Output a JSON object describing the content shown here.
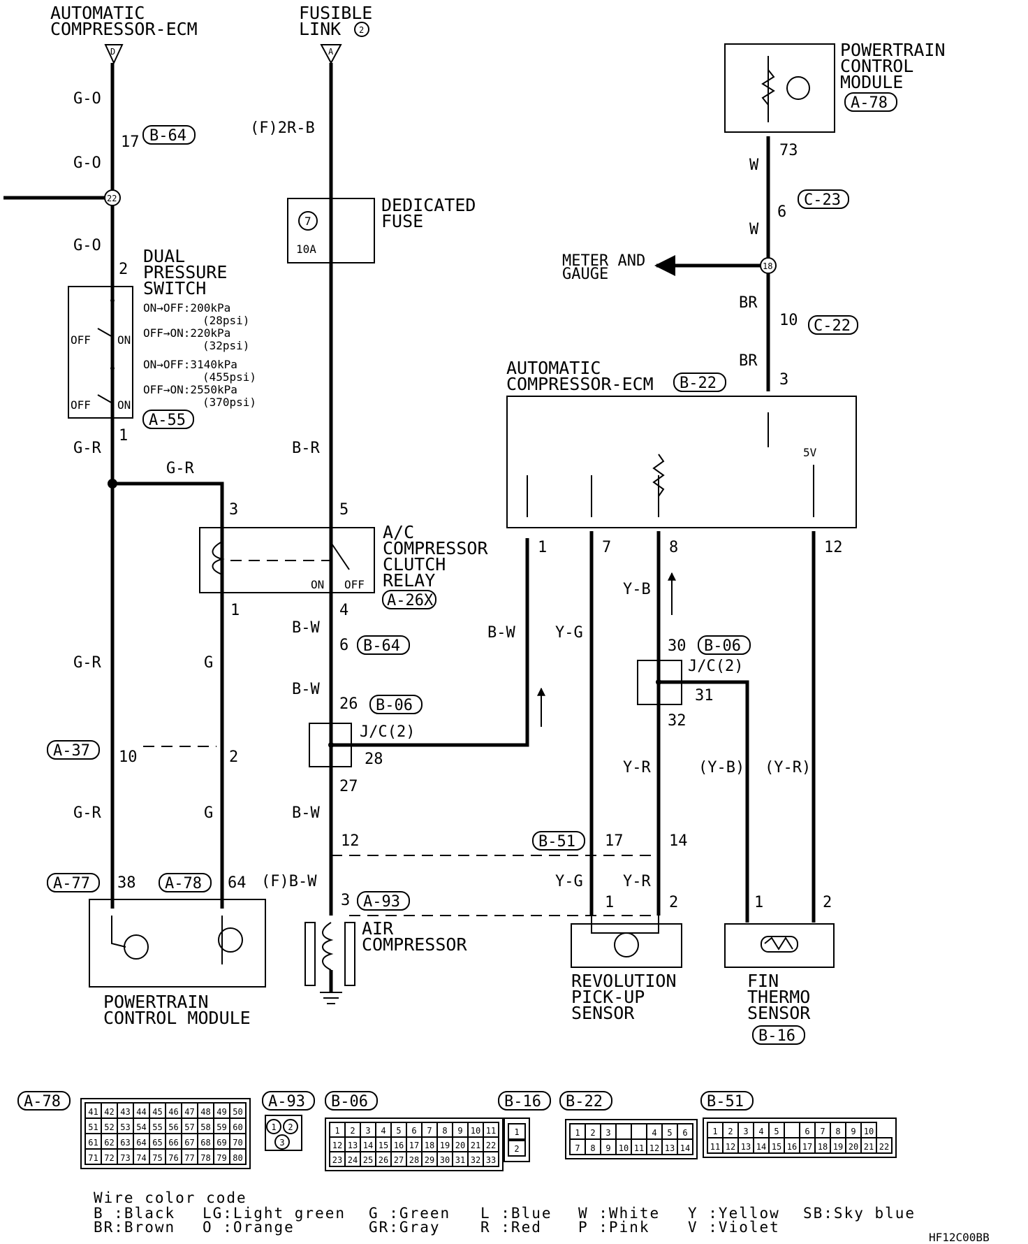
{
  "sources": {
    "compressor_ecm_top": {
      "line1": "AUTOMATIC",
      "line2": "COMPRESSOR-ECM",
      "terminal": "D"
    },
    "fusible_link": {
      "line1": "FUSIBLE",
      "line2": "LINK",
      "num": "2",
      "terminal": "A"
    }
  },
  "wires": {
    "g_o_1": "G-O",
    "g_o_2": "G-O",
    "g_o_3": "G-O",
    "g_r_1": "G-R",
    "g_r_2": "G-R",
    "g_r_3": "G-R",
    "g_r_4": "G-R",
    "g_1": "G",
    "g_2": "G",
    "f_2r_b": "(F)2R-B",
    "b_r": "B-R",
    "b_w_1": "B-W",
    "b_w_2": "B-W",
    "b_w_3": "B-W",
    "b_w_4": "B-W",
    "f_b_w": "(F)B-W",
    "y_g_1": "Y-G",
    "y_g_2": "Y-G",
    "y_b": "Y-B",
    "y_r_1": "Y-R",
    "y_r_2": "Y-R",
    "y_b_paren": "(Y-B)",
    "y_r_paren": "(Y-R)",
    "w_1": "W",
    "w_2": "W",
    "br_1": "BR",
    "br_2": "BR"
  },
  "pins": {
    "p17": "17",
    "p2_dps": "2",
    "p1_dps": "1",
    "p3_relay": "3",
    "p1_relay": "1",
    "p5_relay": "5",
    "p4_relay": "4",
    "p6": "6",
    "p26": "26",
    "p28": "28",
    "p27": "27",
    "p10_a37": "10",
    "p2_a37": "2",
    "p12": "12",
    "p38": "38",
    "p64": "64",
    "p3_a93": "3",
    "p73": "73",
    "p6_c23": "6",
    "p10_c22": "10",
    "p3_b22": "3",
    "p1_ecm": "1",
    "p7_ecm": "7",
    "p8_ecm": "8",
    "p12_ecm": "12",
    "p30": "30",
    "p31": "31",
    "p32": "32",
    "p17_b51": "17",
    "p14_b51": "14",
    "p1_rev": "1",
    "p2_rev": "2",
    "p1_fin": "1",
    "p2_fin": "2"
  },
  "connectors": {
    "b64_a": "B-64",
    "b64_b": "B-64",
    "a55": "A-55",
    "a26x": "A-26X",
    "b06_a": "B-06",
    "a37": "A-37",
    "a77": "A-77",
    "a78_a": "A-78",
    "a93": "A-93",
    "a78_b": "A-78",
    "c23": "C-23",
    "c22": "C-22",
    "b22": "B-22",
    "b06_b": "B-06",
    "b51": "B-51",
    "b16": "B-16"
  },
  "splices": {
    "s22": "22",
    "s18": "18"
  },
  "components": {
    "dedicated_fuse": {
      "line1": "DEDICATED",
      "line2": "FUSE",
      "num": "7",
      "rating": "10A"
    },
    "dual_pressure_switch": {
      "line1": "DUAL",
      "line2": "PRESSURE",
      "line3": "SWITCH",
      "spec1": "ON→OFF:200kPa",
      "spec1b": "(28psi)",
      "spec2": "OFF→ON:220kPa",
      "spec2b": "(32psi)",
      "spec3": "ON→OFF:3140kPa",
      "spec3b": "(455psi)",
      "spec4": "OFF→ON:2550kPa",
      "spec4b": "(370psi)",
      "off": "OFF",
      "on": "ON"
    },
    "relay": {
      "line1": "A/C",
      "line2": "COMPRESSOR",
      "line3": "CLUTCH",
      "line4": "RELAY",
      "on": "ON",
      "off": "OFF"
    },
    "jc2_a": "J/C(2)",
    "jc2_b": "J/C(2)",
    "pcm_bottom": {
      "line1": "POWERTRAIN",
      "line2": "CONTROL MODULE"
    },
    "air_compressor": {
      "line1": "AIR",
      "line2": "COMPRESSOR"
    },
    "rev_sensor": {
      "line1": "REVOLUTION",
      "line2": "PICK-UP",
      "line3": "SENSOR"
    },
    "fin_sensor": {
      "line1": "FIN",
      "line2": "THERMO",
      "line3": "SENSOR"
    },
    "pcm_top": {
      "line1": "POWERTRAIN",
      "line2": "CONTROL",
      "line3": "MODULE"
    },
    "meter_gauge": {
      "line1": "METER AND",
      "line2": "GAUGE"
    },
    "compressor_ecm_box": {
      "line1": "AUTOMATIC",
      "line2": "COMPRESSOR-ECM",
      "v5": "5V"
    }
  },
  "connector_views": {
    "a78": {
      "label": "A-78",
      "rows": [
        [
          "41",
          "42",
          "43",
          "44",
          "45",
          "46",
          "47",
          "48",
          "49",
          "50"
        ],
        [
          "51",
          "52",
          "53",
          "54",
          "55",
          "56",
          "57",
          "58",
          "59",
          "60"
        ],
        [
          "61",
          "62",
          "63",
          "64",
          "65",
          "66",
          "67",
          "68",
          "69",
          "70"
        ],
        [
          "71",
          "72",
          "73",
          "74",
          "75",
          "76",
          "77",
          "78",
          "79",
          "80"
        ]
      ]
    },
    "a93": {
      "label": "A-93",
      "pins": [
        "1",
        "2",
        "3"
      ]
    },
    "b06": {
      "label": "B-06",
      "rows": [
        [
          "1",
          "2",
          "3",
          "4",
          "5",
          "6",
          "7",
          "8",
          "9",
          "10",
          "11"
        ],
        [
          "12",
          "13",
          "14",
          "15",
          "16",
          "17",
          "18",
          "19",
          "20",
          "21",
          "22"
        ],
        [
          "23",
          "24",
          "25",
          "26",
          "27",
          "28",
          "29",
          "30",
          "31",
          "32",
          "33"
        ]
      ]
    },
    "b16": {
      "label": "B-16",
      "pins": [
        "1",
        "2"
      ]
    },
    "b22": {
      "label": "B-22",
      "rows": [
        [
          "1",
          "2",
          "3",
          "",
          "",
          "4",
          "5",
          "6"
        ],
        [
          "7",
          "8",
          "9",
          "10",
          "11",
          "12",
          "13",
          "14"
        ]
      ]
    },
    "b51": {
      "label": "B-51",
      "rows": [
        [
          "1",
          "2",
          "3",
          "4",
          "5",
          "",
          "6",
          "7",
          "8",
          "9",
          "10"
        ],
        [
          "11",
          "12",
          "13",
          "14",
          "15",
          "16",
          "17",
          "18",
          "19",
          "20",
          "21",
          "22"
        ]
      ]
    }
  },
  "legend": {
    "title": "Wire color code",
    "items": [
      "B :Black",
      "BR:Brown",
      "LG:Light green",
      "O :Orange",
      "G :Green",
      "GR:Gray",
      "L :Blue",
      "R :Red",
      "W :White",
      "P :Pink",
      "Y :Yellow",
      "V :Violet",
      "SB:Sky blue"
    ]
  },
  "figure_code": "HF12C00BB"
}
